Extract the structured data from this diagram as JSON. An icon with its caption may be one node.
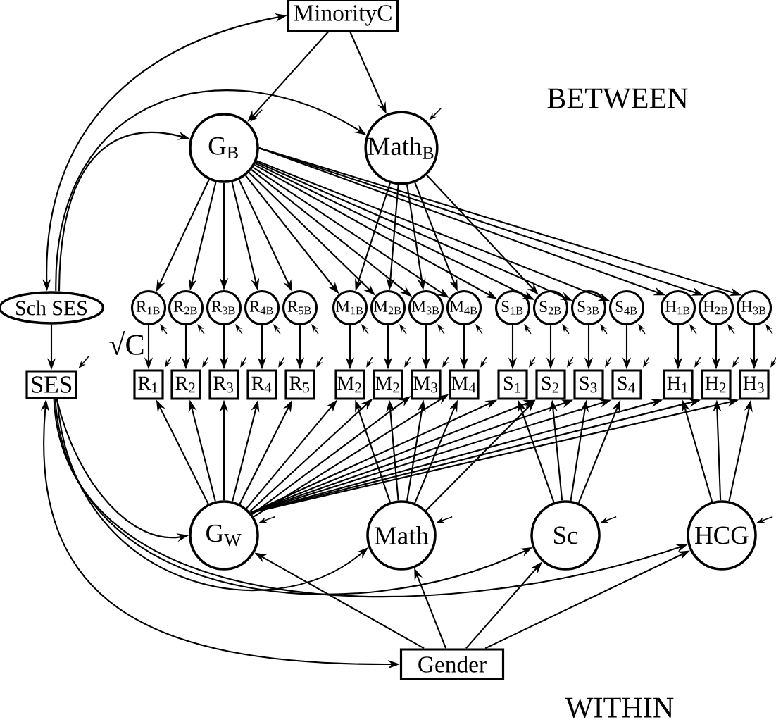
{
  "diagram": {
    "nodes": [
      {
        "text": [
          "MinorityC"
        ]
      },
      {
        "text": [
          "G$_{B}$"
        ]
      },
      {
        "text": [
          "Math$_{B}$"
        ]
      },
      {
        "text": [
          "Sch SES"
        ]
      },
      {
        "text": [
          "R$_{1B}$"
        ]
      },
      {
        "text": [
          "R$_{2B}$"
        ]
      },
      {
        "text": [
          "R$_{3B}$"
        ]
      },
      {
        "text": [
          "R$_{4B}$"
        ]
      },
      {
        "text": [
          "R$_{5B}$"
        ]
      },
      {
        "text": [
          "M$_{1B}$"
        ]
      },
      {
        "text": [
          "M$_{2B}$"
        ]
      },
      {
        "text": [
          "M$_{3B}$"
        ]
      },
      {
        "text": [
          "M$_{4B}$"
        ]
      },
      {
        "text": [
          "S$_{1B}$"
        ]
      },
      {
        "text": [
          "S$_{2B}$"
        ]
      },
      {
        "text": [
          "S$_{3B}$"
        ]
      },
      {
        "text": [
          "S$_{4B}$"
        ]
      },
      {
        "text": [
          "H$_{1B}$"
        ]
      },
      {
        "text": [
          "H$_{2B}$"
        ]
      },
      {
        "text": [
          "H$_{3B}$"
        ]
      },
      {
        "text": [
          "SES"
        ]
      },
      {
        "text": [
          "R$_{1}$"
        ]
      },
      {
        "text": [
          "R$_{2}$"
        ]
      },
      {
        "text": [
          "R$_{3}$"
        ]
      },
      {
        "text": [
          "R$_{4}$"
        ]
      },
      {
        "text": [
          "R$_{5}$"
        ]
      },
      {
        "text": [
          "M$_{2}$"
        ]
      },
      {
        "text": [
          "M$_{2}$"
        ]
      },
      {
        "text": [
          "M$_{3}$"
        ]
      },
      {
        "text": [
          "M$_{4}$"
        ]
      },
      {
        "text": [
          "S$_{1}$"
        ]
      },
      {
        "text": [
          "S$_{2}$"
        ]
      },
      {
        "text": [
          "S$_{3}$"
        ]
      },
      {
        "text": [
          "S$_{4}$"
        ]
      },
      {
        "text": [
          "H$_{1}$"
        ]
      },
      {
        "text": [
          "H$_{2}$"
        ]
      },
      {
        "text": [
          "H$_{3}$"
        ]
      },
      {
        "text": [
          "G$_{W}$"
        ]
      },
      {
        "text": [
          "Math"
        ]
      },
      {
        "text": [
          "Sc"
        ]
      },
      {
        "text": [
          "HCG"
        ]
      },
      {
        "text": [
          "Gender"
        ]
      }
    ],
    "edges": [
      {
        "from": 0,
        "to": 1,
        "arrow": "to"
      },
      {
        "from": 0,
        "to": 2,
        "arrow": "to"
      },
      {
        "from": 0,
        "to": 3,
        "arrow": "both"
      },
      {
        "from": 3,
        "to": 2,
        "arrow": "to"
      },
      {
        "from": 3,
        "to": 1,
        "arrow": "to"
      },
      {
        "from": 1,
        "to": 4,
        "arrow": "to"
      },
      {
        "from": 1,
        "to": 5,
        "arrow": "to"
      },
      {
        "from": 1,
        "to": 6,
        "arrow": "to"
      },
      {
        "from": 1,
        "to": 7,
        "arrow": "to"
      },
      {
        "from": 1,
        "to": 8,
        "arrow": "to"
      },
      {
        "from": 1,
        "to": 9,
        "arrow": "to"
      },
      {
        "from": 1,
        "to": 10,
        "arrow": "to"
      },
      {
        "from": 1,
        "to": 11,
        "arrow": "to"
      },
      {
        "from": 1,
        "to": 12,
        "arrow": "to"
      },
      {
        "from": 1,
        "to": 13,
        "arrow": "to"
      },
      {
        "from": 1,
        "to": 14,
        "arrow": "to"
      },
      {
        "from": 1,
        "to": 15,
        "arrow": "to"
      },
      {
        "from": 1,
        "to": 16,
        "arrow": "to"
      },
      {
        "from": 1,
        "to": 17,
        "arrow": "to"
      },
      {
        "from": 1,
        "to": 18,
        "arrow": "to"
      },
      {
        "from": 1,
        "to": 19,
        "arrow": "to"
      },
      {
        "from": 2,
        "to": 9,
        "arrow": "to"
      },
      {
        "from": 2,
        "to": 10,
        "arrow": "to"
      },
      {
        "from": 2,
        "to": 11,
        "arrow": "to"
      },
      {
        "from": 2,
        "to": 12,
        "arrow": "to"
      },
      {
        "from": 2,
        "to": 14,
        "arrow": "to"
      },
      {
        "from": 3,
        "to": 20,
        "arrow": "to"
      },
      {
        "from": 4,
        "to": 21,
        "arrow": "to"
      },
      {
        "from": 5,
        "to": 22,
        "arrow": "to"
      },
      {
        "from": 6,
        "to": 23,
        "arrow": "to"
      },
      {
        "from": 7,
        "to": 24,
        "arrow": "to"
      },
      {
        "from": 8,
        "to": 25,
        "arrow": "to"
      },
      {
        "from": 9,
        "to": 26,
        "arrow": "to"
      },
      {
        "from": 10,
        "to": 27,
        "arrow": "to"
      },
      {
        "from": 11,
        "to": 28,
        "arrow": "to"
      },
      {
        "from": 12,
        "to": 29,
        "arrow": "to"
      },
      {
        "from": 13,
        "to": 30,
        "arrow": "to"
      },
      {
        "from": 14,
        "to": 31,
        "arrow": "to"
      },
      {
        "from": 15,
        "to": 32,
        "arrow": "to"
      },
      {
        "from": 16,
        "to": 33,
        "arrow": "to"
      },
      {
        "from": 17,
        "to": 34,
        "arrow": "to"
      },
      {
        "from": 18,
        "to": 35,
        "arrow": "to"
      },
      {
        "from": 19,
        "to": 36,
        "arrow": "to"
      },
      {
        "from": 37,
        "to": 21,
        "arrow": "to"
      },
      {
        "from": 37,
        "to": 22,
        "arrow": "to"
      },
      {
        "from": 37,
        "to": 23,
        "arrow": "to"
      },
      {
        "from": 37,
        "to": 24,
        "arrow": "to"
      },
      {
        "from": 37,
        "to": 25,
        "arrow": "to"
      },
      {
        "from": 37,
        "to": 26,
        "arrow": "to"
      },
      {
        "from": 37,
        "to": 27,
        "arrow": "to"
      },
      {
        "from": 37,
        "to": 28,
        "arrow": "to"
      },
      {
        "from": 37,
        "to": 29,
        "arrow": "to"
      },
      {
        "from": 37,
        "to": 30,
        "arrow": "to"
      },
      {
        "from": 37,
        "to": 31,
        "arrow": "to"
      },
      {
        "from": 37,
        "to": 32,
        "arrow": "to"
      },
      {
        "from": 37,
        "to": 33,
        "arrow": "to"
      },
      {
        "from": 37,
        "to": 34,
        "arrow": "to"
      },
      {
        "from": 37,
        "to": 35,
        "arrow": "to"
      },
      {
        "from": 37,
        "to": 36,
        "arrow": "to"
      },
      {
        "from": 38,
        "to": 26,
        "arrow": "to"
      },
      {
        "from": 38,
        "to": 27,
        "arrow": "to"
      },
      {
        "from": 38,
        "to": 28,
        "arrow": "to"
      },
      {
        "from": 38,
        "to": 29,
        "arrow": "to"
      },
      {
        "from": 38,
        "to": 31,
        "arrow": "to"
      },
      {
        "from": 39,
        "to": 30,
        "arrow": "to"
      },
      {
        "from": 39,
        "to": 31,
        "arrow": "to"
      },
      {
        "from": 39,
        "to": 32,
        "arrow": "to"
      },
      {
        "from": 39,
        "to": 33,
        "arrow": "to"
      },
      {
        "from": 40,
        "to": 34,
        "arrow": "to"
      },
      {
        "from": 40,
        "to": 35,
        "arrow": "to"
      },
      {
        "from": 40,
        "to": 36,
        "arrow": "to"
      },
      {
        "from": 20,
        "to": 37,
        "arrow": "to"
      },
      {
        "from": 20,
        "to": 38,
        "arrow": "to"
      },
      {
        "from": 20,
        "to": 39,
        "arrow": "to"
      },
      {
        "from": 20,
        "to": 40,
        "arrow": "to"
      },
      {
        "from": 20,
        "to": 41,
        "arrow": "both"
      },
      {
        "from": 41,
        "to": 37,
        "arrow": "to"
      },
      {
        "from": 41,
        "to": 38,
        "arrow": "to"
      },
      {
        "from": 41,
        "to": 39,
        "arrow": "to"
      },
      {
        "from": 41,
        "to": 40,
        "arrow": "to"
      },
      {
        "from": null,
        "to": 1,
        "arrow": "to"
      },
      {
        "from": null,
        "to": 2,
        "arrow": "to"
      },
      {
        "from": null,
        "to": 4,
        "arrow": "to"
      },
      {
        "from": null,
        "to": 5,
        "arrow": "to"
      },
      {
        "from": null,
        "to": 6,
        "arrow": "to"
      },
      {
        "from": null,
        "to": 7,
        "arrow": "to"
      },
      {
        "from": null,
        "to": 8,
        "arrow": "to"
      },
      {
        "from": null,
        "to": 9,
        "arrow": "to"
      },
      {
        "from": null,
        "to": 10,
        "arrow": "to"
      },
      {
        "from": null,
        "to": 11,
        "arrow": "to"
      },
      {
        "from": null,
        "to": 12,
        "arrow": "to"
      },
      {
        "from": null,
        "to": 13,
        "arrow": "to"
      },
      {
        "from": null,
        "to": 14,
        "arrow": "to"
      },
      {
        "from": null,
        "to": 15,
        "arrow": "to"
      },
      {
        "from": null,
        "to": 16,
        "arrow": "to"
      },
      {
        "from": null,
        "to": 17,
        "arrow": "to"
      },
      {
        "from": null,
        "to": 18,
        "arrow": "to"
      },
      {
        "from": null,
        "to": 19,
        "arrow": "to"
      },
      {
        "from": null,
        "to": 20,
        "arrow": "to"
      },
      {
        "from": null,
        "to": 21,
        "arrow": "to"
      },
      {
        "from": null,
        "to": 22,
        "arrow": "to"
      },
      {
        "from": null,
        "to": 23,
        "arrow": "to"
      },
      {
        "from": null,
        "to": 24,
        "arrow": "to"
      },
      {
        "from": null,
        "to": 25,
        "arrow": "to"
      },
      {
        "from": null,
        "to": 26,
        "arrow": "to"
      },
      {
        "from": null,
        "to": 27,
        "arrow": "to"
      },
      {
        "from": null,
        "to": 28,
        "arrow": "to"
      },
      {
        "from": null,
        "to": 29,
        "arrow": "to"
      },
      {
        "from": null,
        "to": 30,
        "arrow": "to"
      },
      {
        "from": null,
        "to": 31,
        "arrow": "to"
      },
      {
        "from": null,
        "to": 32,
        "arrow": "to"
      },
      {
        "from": null,
        "to": 33,
        "arrow": "to"
      },
      {
        "from": null,
        "to": 34,
        "arrow": "to"
      },
      {
        "from": null,
        "to": 35,
        "arrow": "to"
      },
      {
        "from": null,
        "to": 36,
        "arrow": "to"
      },
      {
        "from": null,
        "to": 37,
        "arrow": "to"
      },
      {
        "from": null,
        "to": 38,
        "arrow": "to"
      },
      {
        "from": null,
        "to": 39,
        "arrow": "to"
      },
      {
        "from": null,
        "to": 40,
        "arrow": "to"
      }
    ],
    "labels": [
      "BETWEEN",
      "WITHIN",
      "√C"
    ]
  }
}
